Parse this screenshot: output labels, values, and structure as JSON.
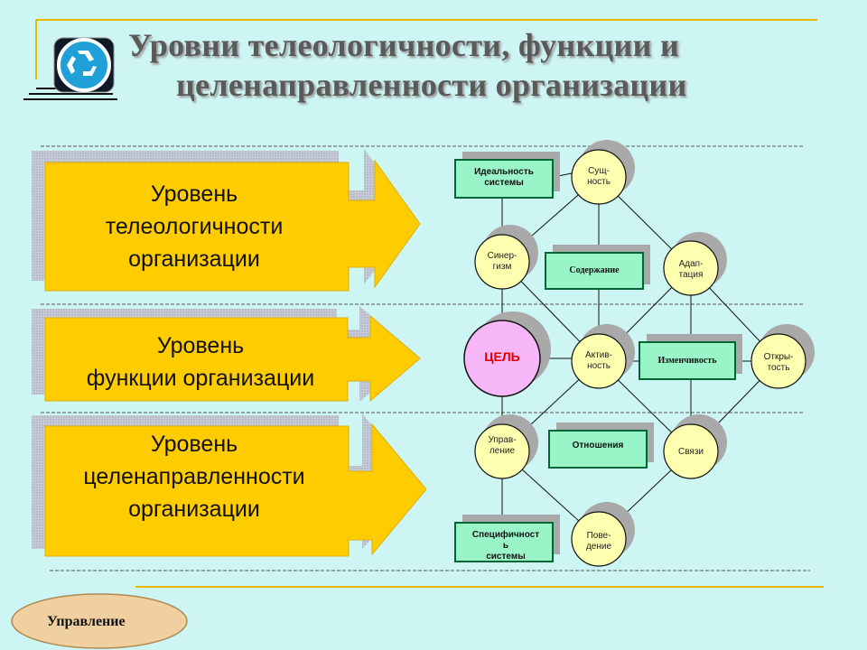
{
  "title": {
    "line1": "Уровни телеологичности, функции и",
    "line2": "целенаправленности организации"
  },
  "logo_icon": "recycle-icon",
  "levels": [
    {
      "lines": [
        "Уровень",
        "телеологичности",
        "организации"
      ]
    },
    {
      "lines": [
        "Уровень",
        "функции организации"
      ]
    },
    {
      "lines": [
        "Уровень",
        "целенаправленности",
        "организации"
      ]
    }
  ],
  "diagram": {
    "circles": {
      "essence": [
        "Сущ-",
        "ность"
      ],
      "synergy": [
        "Синер-",
        "гизм"
      ],
      "adaptation": [
        "Адап-",
        "тация"
      ],
      "goal": "ЦЕЛЬ",
      "activity": [
        "Актив-",
        "ность"
      ],
      "openness": [
        "Откры-",
        "тость"
      ],
      "management": [
        "Управ-",
        "ление"
      ],
      "links": "Связи",
      "behavior": [
        "Пове-",
        "дение"
      ]
    },
    "boxes": {
      "ideal": [
        "Идеальность",
        "системы"
      ],
      "content": "Содержание",
      "variability": "Изменчивость",
      "relations": "Отношения",
      "specificity": [
        "Специфичност",
        "ь",
        "системы"
      ]
    }
  },
  "footer": {
    "label": "Управление"
  },
  "colors": {
    "background": "#ccf5f4",
    "arrow": "#ffcc00",
    "node_fill": "#ffffb0",
    "goal_fill": "#f7b6f7",
    "box_fill": "#99f5c8",
    "box_border": "#006633",
    "footer_fill": "#f0cfa0"
  }
}
